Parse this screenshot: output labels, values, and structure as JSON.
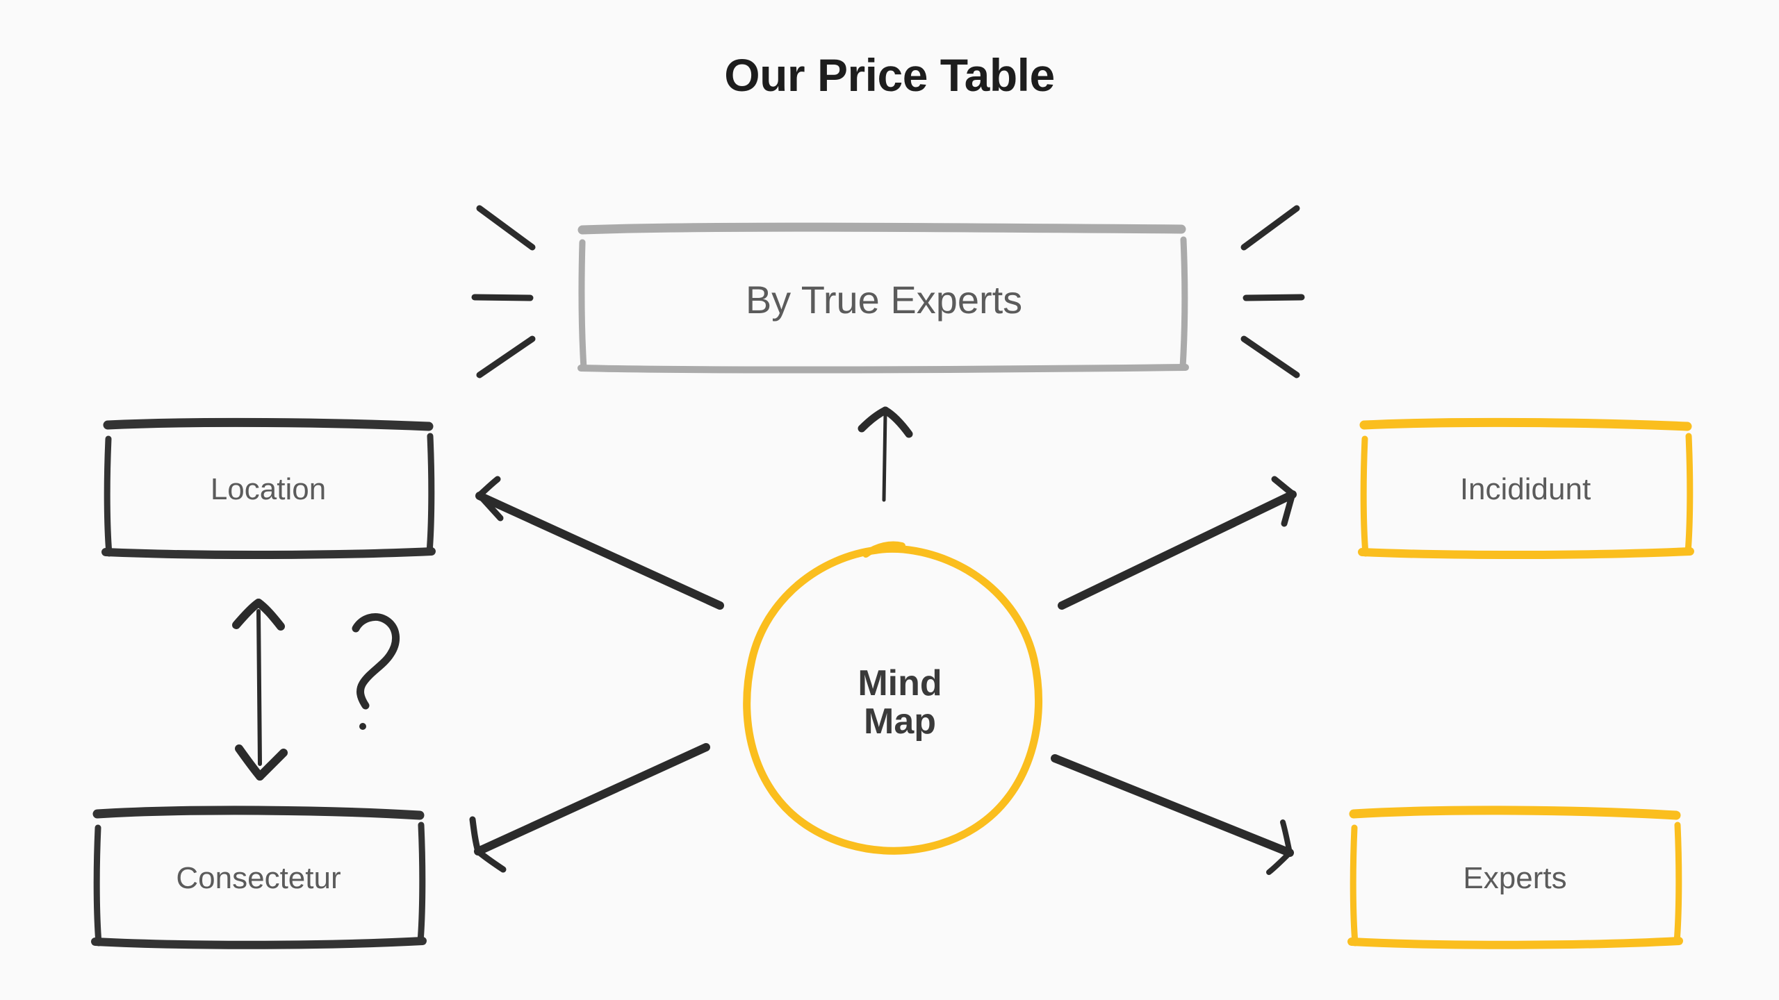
{
  "page": {
    "title": "Our Price Table",
    "background_color": "#fafafa"
  },
  "colors": {
    "accent_yellow": "#fabe1e",
    "dark_ink": "#2b2b2b",
    "gray_ink": "#aaaaaa",
    "label_text": "#5b5b5b",
    "title_text": "#1d1d1d"
  },
  "center": {
    "line1": "Mind",
    "line2": "Map",
    "shape": "hand-drawn-circle",
    "stroke_color": "#fabe1e"
  },
  "nodes": [
    {
      "id": "by-true-experts",
      "label": "By True Experts",
      "position": "top",
      "stroke_color": "#aaaaaa",
      "style": "hand-drawn-rect"
    },
    {
      "id": "location",
      "label": "Location",
      "position": "top-left",
      "stroke_color": "#2b2b2b",
      "style": "hand-drawn-rect"
    },
    {
      "id": "consectetur",
      "label": "Consectetur",
      "position": "bottom-left",
      "stroke_color": "#2b2b2b",
      "style": "hand-drawn-rect"
    },
    {
      "id": "incididunt",
      "label": "Incididunt",
      "position": "top-right",
      "stroke_color": "#fabe1e",
      "style": "hand-drawn-rect"
    },
    {
      "id": "experts",
      "label": "Experts",
      "position": "bottom-right",
      "stroke_color": "#fabe1e",
      "style": "hand-drawn-rect"
    }
  ],
  "connectors": [
    {
      "id": "center-to-top",
      "from": "center",
      "to": "by-true-experts",
      "direction": "up",
      "heads": 1
    },
    {
      "id": "center-to-top-left",
      "from": "center",
      "to": "location",
      "direction": "up-left",
      "heads": 1
    },
    {
      "id": "center-to-top-right",
      "from": "center",
      "to": "incididunt",
      "direction": "up-right",
      "heads": 1
    },
    {
      "id": "center-to-bottom-left",
      "from": "center",
      "to": "consectetur",
      "direction": "down-left",
      "heads": 1
    },
    {
      "id": "center-to-bottom-right",
      "from": "center",
      "to": "experts",
      "direction": "down-right",
      "heads": 1
    },
    {
      "id": "location-consectetur",
      "from": "location",
      "to": "consectetur",
      "direction": "vertical",
      "heads": 2
    }
  ],
  "decorations": [
    {
      "id": "sparkle-left",
      "type": "burst-lines",
      "count": 3,
      "color": "#2b2b2b"
    },
    {
      "id": "sparkle-right",
      "type": "burst-lines",
      "count": 3,
      "color": "#2b2b2b"
    },
    {
      "id": "question-mark",
      "type": "question-mark",
      "color": "#2b2b2b"
    }
  ]
}
